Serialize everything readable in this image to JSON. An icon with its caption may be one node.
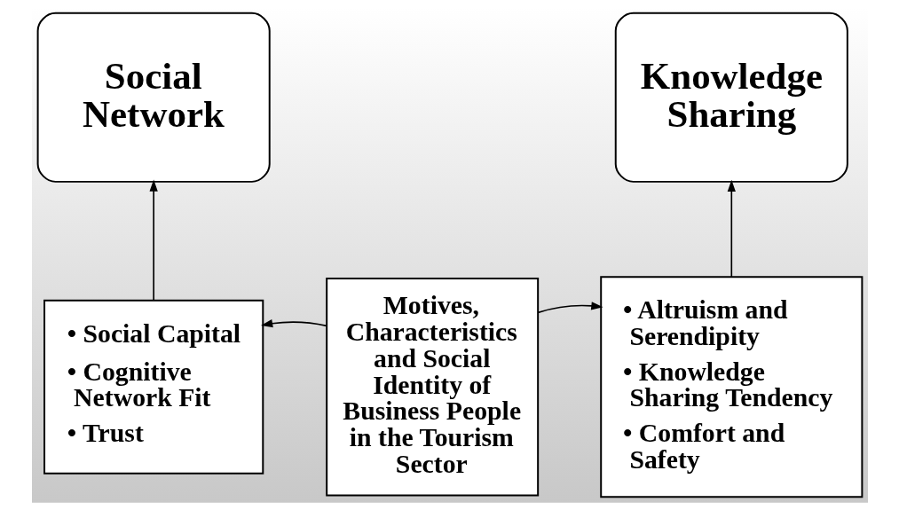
{
  "diagram": {
    "nodes": [
      {
        "text": [
          "Social Network"
        ]
      },
      {
        "text": [
          "Knowledge Sharing"
        ]
      },
      {
        "text": [
          "• Social Capital",
          "• Cognitive Network Fit",
          "• Trust"
        ]
      },
      {
        "text": [
          "Motives, Characteristics and Social Identity of Business People in the Tourism Sector"
        ]
      },
      {
        "text": [
          "• Altruism and Serendipity",
          "• Knowledge Sharing Tendency",
          "• Comfort and Safety"
        ]
      }
    ],
    "edges": [
      {
        "from": 2,
        "to": 0,
        "arrow": "to"
      },
      {
        "from": 4,
        "to": 1,
        "arrow": "to"
      },
      {
        "from": 3,
        "to": 2,
        "arrow": "to"
      },
      {
        "from": 3,
        "to": 4,
        "arrow": "to"
      }
    ]
  }
}
